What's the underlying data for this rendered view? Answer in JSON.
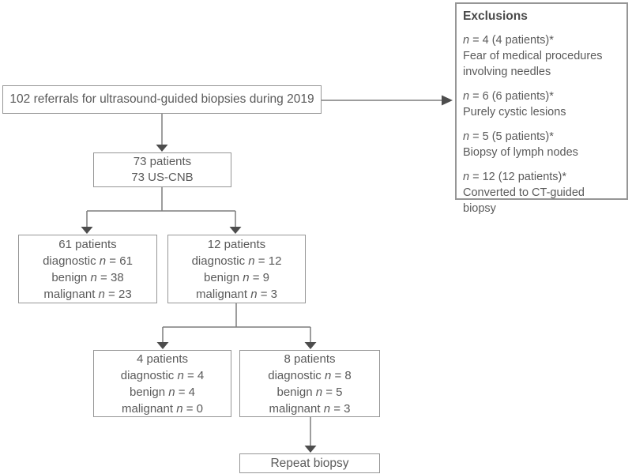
{
  "colors": {
    "background": "#ffffff",
    "box_border": "#969696",
    "text": "#5a5a5a",
    "connector_line": "#7d7d7d",
    "arrowhead": "#4d4d4d"
  },
  "flowchart": {
    "referrals_box": {
      "text": "102 referrals for ultrasound-guided biopsies during 2019"
    },
    "exclusions_box": {
      "title": "Exclusions",
      "items": [
        {
          "count": [
            {
              "t": "n",
              "i": true
            },
            {
              "t": " = 4 (4 patients)*",
              "i": false
            }
          ],
          "reason": "Fear of medical procedures involving needles"
        },
        {
          "count": [
            {
              "t": "n",
              "i": true
            },
            {
              "t": " = 6 (6 patients)*",
              "i": false
            }
          ],
          "reason": "Purely cystic lesions"
        },
        {
          "count": [
            {
              "t": "n",
              "i": true
            },
            {
              "t": " = 5 (5 patients)*",
              "i": false
            }
          ],
          "reason": "Biopsy of lymph nodes"
        },
        {
          "count": [
            {
              "t": "n",
              "i": true
            },
            {
              "t": " = 12 (12 patients)*",
              "i": false
            }
          ],
          "reason": "Converted to CT-guided biopsy"
        }
      ]
    },
    "us_cnb_box": {
      "lines": [
        "73 patients",
        "73 US-CNB"
      ]
    },
    "group_61": {
      "title": "61 patients",
      "stats": [
        [
          {
            "t": "diagnostic ",
            "i": false
          },
          {
            "t": "n",
            "i": true
          },
          {
            "t": " = 61",
            "i": false
          }
        ],
        [
          {
            "t": "benign ",
            "i": false
          },
          {
            "t": "n",
            "i": true
          },
          {
            "t": " = 38",
            "i": false
          }
        ],
        [
          {
            "t": "malignant ",
            "i": false
          },
          {
            "t": "n",
            "i": true
          },
          {
            "t": " = 23",
            "i": false
          }
        ]
      ]
    },
    "group_12": {
      "title": "12 patients",
      "stats": [
        [
          {
            "t": "diagnostic ",
            "i": false
          },
          {
            "t": "n",
            "i": true
          },
          {
            "t": " = 12",
            "i": false
          }
        ],
        [
          {
            "t": "benign ",
            "i": false
          },
          {
            "t": "n",
            "i": true
          },
          {
            "t": " = 9",
            "i": false
          }
        ],
        [
          {
            "t": "malignant ",
            "i": false
          },
          {
            "t": "n",
            "i": true
          },
          {
            "t": " = 3",
            "i": false
          }
        ]
      ]
    },
    "group_4": {
      "title": "4 patients",
      "stats": [
        [
          {
            "t": "diagnostic ",
            "i": false
          },
          {
            "t": "n",
            "i": true
          },
          {
            "t": " = 4",
            "i": false
          }
        ],
        [
          {
            "t": "benign ",
            "i": false
          },
          {
            "t": "n",
            "i": true
          },
          {
            "t": " = 4",
            "i": false
          }
        ],
        [
          {
            "t": "malignant ",
            "i": false
          },
          {
            "t": "n",
            "i": true
          },
          {
            "t": " = 0",
            "i": false
          }
        ]
      ]
    },
    "group_8": {
      "title": "8 patients",
      "stats": [
        [
          {
            "t": "diagnostic ",
            "i": false
          },
          {
            "t": "n",
            "i": true
          },
          {
            "t": " = 8",
            "i": false
          }
        ],
        [
          {
            "t": "benign ",
            "i": false
          },
          {
            "t": "n",
            "i": true
          },
          {
            "t": " = 5",
            "i": false
          }
        ],
        [
          {
            "t": "malignant ",
            "i": false
          },
          {
            "t": "n",
            "i": true
          },
          {
            "t": " = 3",
            "i": false
          }
        ]
      ]
    },
    "repeat_box": {
      "label": "Repeat biopsy"
    }
  }
}
